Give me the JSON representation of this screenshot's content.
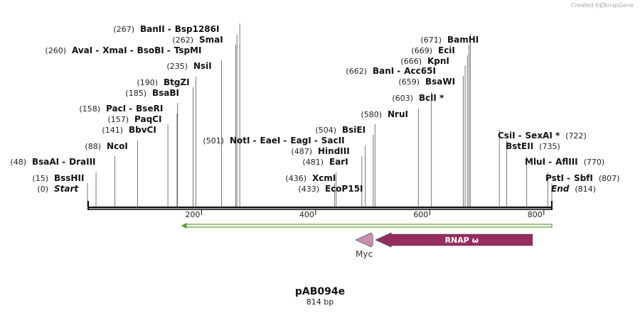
{
  "credit": "Created by SnapGene",
  "plasmid": {
    "name": "pAB094e",
    "size_label": "814 bp",
    "length": 814
  },
  "ticks": [
    {
      "value": 200,
      "label": "200"
    },
    {
      "value": 400,
      "label": "400"
    },
    {
      "value": 600,
      "label": "600"
    },
    {
      "value": 800,
      "label": "800"
    }
  ],
  "sites": [
    {
      "pos": "(267)",
      "names": [
        "BanII",
        "Bsp1286I"
      ],
      "bp": 267,
      "side": "left"
    },
    {
      "pos": "(262)",
      "names": [
        "SmaI"
      ],
      "bp": 262,
      "side": "left"
    },
    {
      "pos": "(260)",
      "names": [
        "AvaI",
        "XmaI",
        "BsoBI",
        "TspMI"
      ],
      "bp": 260,
      "side": "left"
    },
    {
      "pos": "(235)",
      "names": [
        "NsiI"
      ],
      "bp": 235,
      "side": "left"
    },
    {
      "pos": "(190)",
      "names": [
        "BtgZI"
      ],
      "bp": 190,
      "side": "left"
    },
    {
      "pos": "(185)",
      "names": [
        "BsaBI"
      ],
      "bp": 185,
      "side": "left"
    },
    {
      "pos": "(158)",
      "names": [
        "PacI",
        "BseRI"
      ],
      "bp": 158,
      "side": "left"
    },
    {
      "pos": "(157)",
      "names": [
        "PaqCI"
      ],
      "bp": 157,
      "side": "left"
    },
    {
      "pos": "(141)",
      "names": [
        "BbvCI"
      ],
      "bp": 141,
      "side": "left"
    },
    {
      "pos": "(88)",
      "names": [
        "NcoI"
      ],
      "bp": 88,
      "side": "left"
    },
    {
      "pos": "(48)",
      "names": [
        "BsaAI",
        "DraIII"
      ],
      "bp": 48,
      "side": "left"
    },
    {
      "pos": "(15)",
      "names": [
        "BssHII"
      ],
      "bp": 15,
      "side": "left"
    },
    {
      "pos": "(0)",
      "names": [
        "Start"
      ],
      "bp": 0,
      "side": "left",
      "italic": true
    },
    {
      "pos": "(501)",
      "names": [
        "NotI",
        "EaeI",
        "EagI",
        "SacII"
      ],
      "bp": 501,
      "side": "left"
    },
    {
      "pos": "(504)",
      "names": [
        "BsiEI"
      ],
      "bp": 504,
      "side": "left"
    },
    {
      "pos": "(487)",
      "names": [
        "HindIII"
      ],
      "bp": 487,
      "side": "left"
    },
    {
      "pos": "(481)",
      "names": [
        "EarI"
      ],
      "bp": 481,
      "side": "left"
    },
    {
      "pos": "(436)",
      "names": [
        "XcmI"
      ],
      "bp": 436,
      "side": "left"
    },
    {
      "pos": "(433)",
      "names": [
        "EcoP15I"
      ],
      "bp": 433,
      "side": "left"
    },
    {
      "pos": "(671)",
      "names": [
        "BamHI"
      ],
      "bp": 671,
      "side": "left"
    },
    {
      "pos": "(669)",
      "names": [
        "EciI"
      ],
      "bp": 669,
      "side": "left"
    },
    {
      "pos": "(666)",
      "names": [
        "KpnI"
      ],
      "bp": 666,
      "side": "left"
    },
    {
      "pos": "(662)",
      "names": [
        "BanI",
        "Acc65I"
      ],
      "bp": 662,
      "side": "left"
    },
    {
      "pos": "(659)",
      "names": [
        "BsaWI"
      ],
      "bp": 659,
      "side": "left"
    },
    {
      "pos": "(603)",
      "names": [
        "BclI *"
      ],
      "bp": 603,
      "side": "left"
    },
    {
      "pos": "(580)",
      "names": [
        "NruI"
      ],
      "bp": 580,
      "side": "left"
    },
    {
      "pos": "(722)",
      "names": [
        "CsiI",
        "SexAI *"
      ],
      "bp": 722,
      "side": "right"
    },
    {
      "pos": "(735)",
      "names": [
        "BstEII"
      ],
      "bp": 735,
      "side": "right"
    },
    {
      "pos": "(770)",
      "names": [
        "MluI",
        "AflIII"
      ],
      "bp": 770,
      "side": "right"
    },
    {
      "pos": "(807)",
      "names": [
        "PstI",
        "SbfI"
      ],
      "bp": 807,
      "side": "right"
    },
    {
      "pos": "(814)",
      "names": [
        "End"
      ],
      "bp": 814,
      "side": "right",
      "italic": true
    }
  ],
  "features": [
    {
      "name": "",
      "kind": "thin-arrow",
      "start": 164,
      "end": 814,
      "direction": "left",
      "color": "#5aa02c"
    },
    {
      "name": "Myc",
      "kind": "block-arrow",
      "start": 470,
      "end": 500,
      "direction": "left",
      "color": "#c990b0",
      "label_below": true
    },
    {
      "name": "RNAP ω",
      "kind": "block-arrow",
      "start": 505,
      "end": 780,
      "direction": "left",
      "color": "#962d5f"
    }
  ],
  "colors": {
    "backbone": "#111111",
    "leader_line": "#555555"
  }
}
